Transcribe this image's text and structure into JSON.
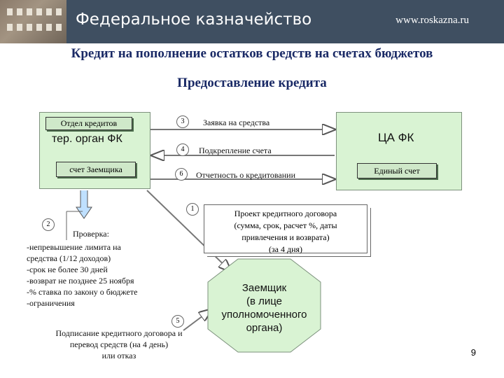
{
  "header": {
    "org_name": "Федеральное казначейство",
    "site": "www.roskazna.ru"
  },
  "title": "Кредит на пополнение остатков средств на счетах бюджетов",
  "subtitle": "Предоставление кредита",
  "left_box": {
    "dept": "Отдел кредитов",
    "name": "тер. орган ФК",
    "account": "счет Заемщика"
  },
  "right_box": {
    "name": "ЦА ФК",
    "account": "Единый счет"
  },
  "steps": {
    "s3": {
      "num": "3",
      "label": "Заявка на средства"
    },
    "s4": {
      "num": "4",
      "label": "Подкрепление счета"
    },
    "s6": {
      "num": "6",
      "label": "Отчетность о кредитовании"
    },
    "s1": {
      "num": "1"
    },
    "s2": {
      "num": "2"
    },
    "s5": {
      "num": "5"
    }
  },
  "project": {
    "line1": "Проект кредитного договора",
    "line2": "(сумма, срок, расчет %, даты",
    "line3": "привлечения и возврата)",
    "line4": "(за 4 дня)"
  },
  "check": {
    "title": "Проверка:",
    "items": [
      "-непревышение лимита на",
      "средства (1/12 доходов)",
      "-срок не более 30 дней",
      "-возврат не позднее 25 ноября",
      "-% ставка по закону о бюджете",
      "-ограничения"
    ]
  },
  "borrower": {
    "title": "Заемщик",
    "line1": "(в лице",
    "line2": "уполномоченного",
    "line3": "органа)"
  },
  "signing": {
    "line1": "Подписание кредитного договора и",
    "line2": "перевод средств (на 4 день)",
    "line3": "или отказ"
  },
  "page_number": "9",
  "colors": {
    "header": "#3f4f61",
    "box_fill": "#d9f3d3",
    "title": "#1a2a66"
  }
}
